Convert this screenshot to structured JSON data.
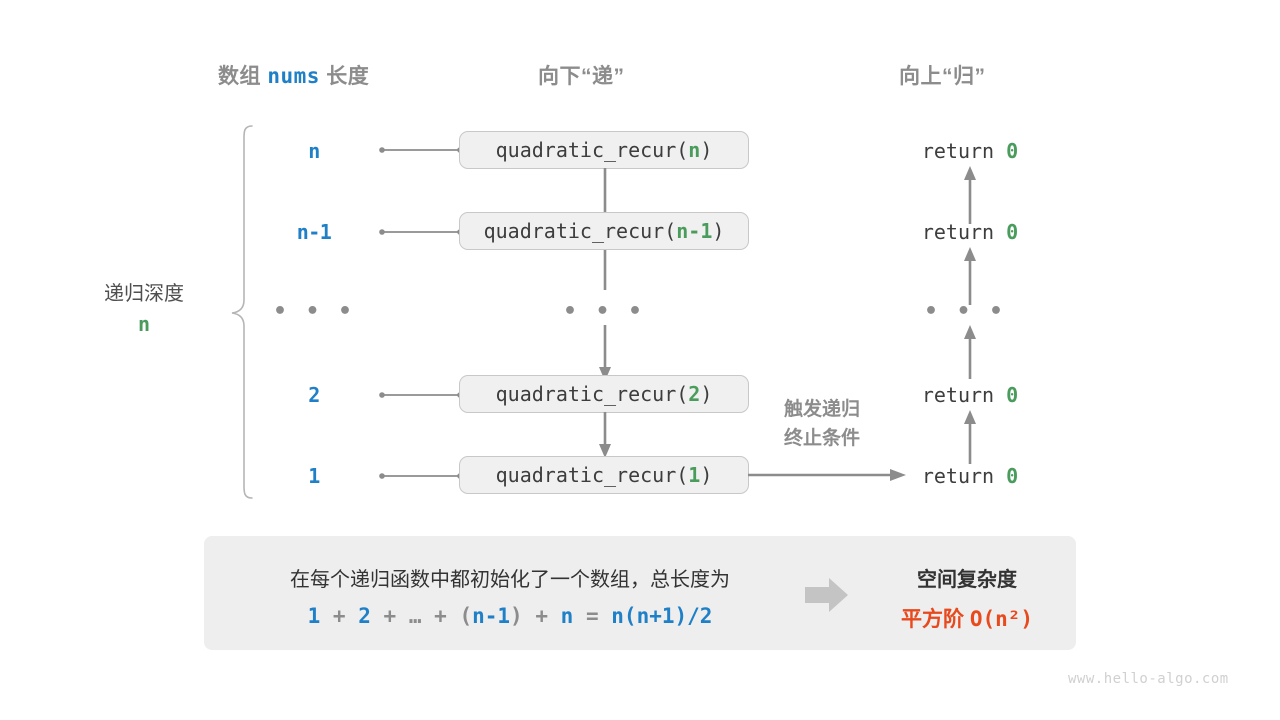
{
  "headers": {
    "left_prefix": "数组",
    "left_code": "nums",
    "left_suffix": "长度",
    "middle": "向下“递”",
    "right": "向上“归”"
  },
  "depth": {
    "label": "递归深度",
    "value": "n"
  },
  "rows": [
    {
      "arg": "n",
      "call_prefix": "quadratic_recur(",
      "call_arg": "n",
      "call_suffix": ")",
      "return_label": "return",
      "return_value": "0"
    },
    {
      "arg": "n-1",
      "call_prefix": "quadratic_recur(",
      "call_arg": "n-1",
      "call_suffix": ")",
      "return_label": "return",
      "return_value": "0"
    },
    {
      "arg": "...",
      "call_prefix": "",
      "call_arg": "",
      "call_suffix": "",
      "return_label": "",
      "return_value": ""
    },
    {
      "arg": "2",
      "call_prefix": "quadratic_recur(",
      "call_arg": "2",
      "call_suffix": ")",
      "return_label": "return",
      "return_value": "0"
    },
    {
      "arg": "1",
      "call_prefix": "quadratic_recur(",
      "call_arg": "1",
      "call_suffix": ")",
      "return_label": "return",
      "return_value": "0"
    }
  ],
  "ellipsis": "• • •",
  "trigger_note": {
    "line1": "触发递归",
    "line2": "终止条件"
  },
  "summary": {
    "description": "在每个递归函数中都初始化了一个数组，总长度为",
    "formula": {
      "t1": "1",
      "o1": "+",
      "t2": "2",
      "o2": "+",
      "t3": "…",
      "o3": "+",
      "p_open": "(",
      "t4": "n-1",
      "p_close": ")",
      "o4": "+",
      "t5": "n",
      "eq": "=",
      "t6": "n(n+1)/2"
    },
    "arrow_icon": "right-arrow-icon",
    "complexity_title": "空间复杂度",
    "complexity_prefix": "平方阶",
    "complexity_value": "O(n²)"
  },
  "watermark": "www.hello-algo.com",
  "colors": {
    "blue": "#1f80c8",
    "green": "#4a9c5d",
    "orange": "#e8491d",
    "gray": "#8c8c8c",
    "box_bg": "#f0f0f0",
    "panel_bg": "#eeeeee"
  }
}
